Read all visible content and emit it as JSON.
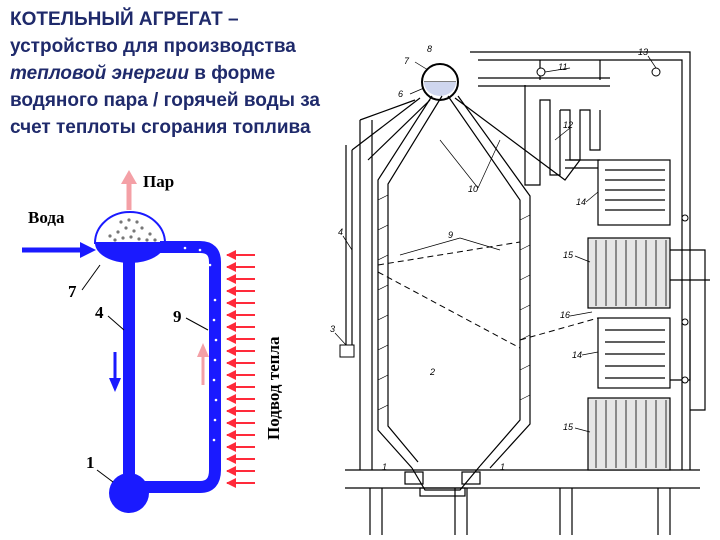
{
  "heading": {
    "part1": "КОТЕЛЬНЫЙ АГРЕГАТ – устройство для производства",
    "part2": "тепловой энергии",
    "part3": " в форме водяного пара / горячей воды за счет теплоты сгорания топлива"
  },
  "simple_diagram": {
    "steam_label": "Пар",
    "water_label": "Вода",
    "heat_label": "Подвод тепла",
    "num_drum": "7",
    "num_downcomer": "4",
    "num_riser": "9",
    "num_collector": "1"
  },
  "boiler": {
    "numbers": [
      "1",
      "2",
      "3",
      "4",
      "6",
      "7",
      "8",
      "9",
      "10",
      "11",
      "12",
      "13",
      "14",
      "14",
      "15",
      "15",
      "16",
      "1"
    ]
  },
  "colors": {
    "heading": "#1f2a6b",
    "water_blue": "#1a1aff",
    "heat_red": "#ff2a3a",
    "line": "#000000"
  }
}
